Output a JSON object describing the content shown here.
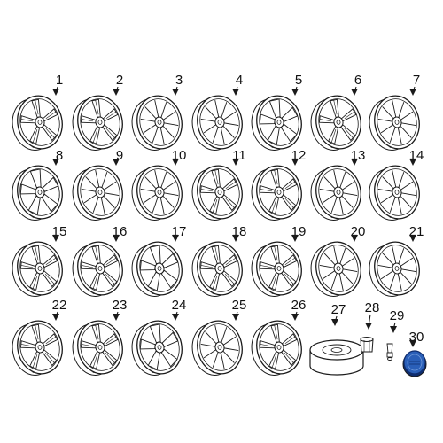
{
  "diagram": {
    "callouts": [
      "1",
      "2",
      "3",
      "4",
      "5",
      "6",
      "7",
      "8",
      "9",
      "10",
      "11",
      "12",
      "13",
      "14",
      "15",
      "16",
      "17",
      "18",
      "19",
      "20",
      "21",
      "22",
      "23",
      "24",
      "25",
      "26",
      "27",
      "28",
      "29",
      "30"
    ],
    "items": [
      {
        "n": "1",
        "kind": "wheel",
        "spokes": 5,
        "style": "split"
      },
      {
        "n": "2",
        "kind": "wheel",
        "spokes": 5,
        "style": "split"
      },
      {
        "n": "3",
        "kind": "wheel",
        "spokes": 10,
        "style": "thin"
      },
      {
        "n": "4",
        "kind": "wheel",
        "spokes": 10,
        "style": "thin"
      },
      {
        "n": "5",
        "kind": "wheel",
        "spokes": 5,
        "style": "wide"
      },
      {
        "n": "6",
        "kind": "wheel",
        "spokes": 5,
        "style": "split"
      },
      {
        "n": "7",
        "kind": "wheel",
        "spokes": 10,
        "style": "thin"
      },
      {
        "n": "8",
        "kind": "wheel",
        "spokes": 5,
        "style": "wide"
      },
      {
        "n": "9",
        "kind": "wheel",
        "spokes": 10,
        "style": "thin"
      },
      {
        "n": "10",
        "kind": "wheel",
        "spokes": 10,
        "style": "thin"
      },
      {
        "n": "11",
        "kind": "wheel",
        "spokes": 5,
        "style": "split"
      },
      {
        "n": "12",
        "kind": "wheel",
        "spokes": 5,
        "style": "split"
      },
      {
        "n": "13",
        "kind": "wheel",
        "spokes": 10,
        "style": "thin"
      },
      {
        "n": "14",
        "kind": "wheel",
        "spokes": 10,
        "style": "thin"
      },
      {
        "n": "15",
        "kind": "wheel",
        "spokes": 5,
        "style": "split"
      },
      {
        "n": "16",
        "kind": "wheel",
        "spokes": 5,
        "style": "split"
      },
      {
        "n": "17",
        "kind": "wheel",
        "spokes": 5,
        "style": "wide"
      },
      {
        "n": "18",
        "kind": "wheel",
        "spokes": 5,
        "style": "split"
      },
      {
        "n": "19",
        "kind": "wheel",
        "spokes": 5,
        "style": "split"
      },
      {
        "n": "20",
        "kind": "wheel",
        "spokes": 10,
        "style": "thin"
      },
      {
        "n": "21",
        "kind": "wheel",
        "spokes": 10,
        "style": "thin"
      },
      {
        "n": "22",
        "kind": "wheel",
        "spokes": 5,
        "style": "split"
      },
      {
        "n": "23",
        "kind": "wheel",
        "spokes": 5,
        "style": "split"
      },
      {
        "n": "24",
        "kind": "wheel",
        "spokes": 5,
        "style": "wide"
      },
      {
        "n": "25",
        "kind": "wheel",
        "spokes": 10,
        "style": "thin"
      },
      {
        "n": "26",
        "kind": "wheel",
        "spokes": 5,
        "style": "split"
      },
      {
        "n": "27",
        "kind": "spare-tire"
      },
      {
        "n": "28",
        "kind": "lug-nut"
      },
      {
        "n": "29",
        "kind": "valve-stem"
      },
      {
        "n": "30",
        "kind": "center-cap"
      }
    ]
  },
  "colors": {
    "line": "#1a1a1a",
    "accent": "#2a5fb8",
    "accent_dark": "#0e2c6e"
  }
}
